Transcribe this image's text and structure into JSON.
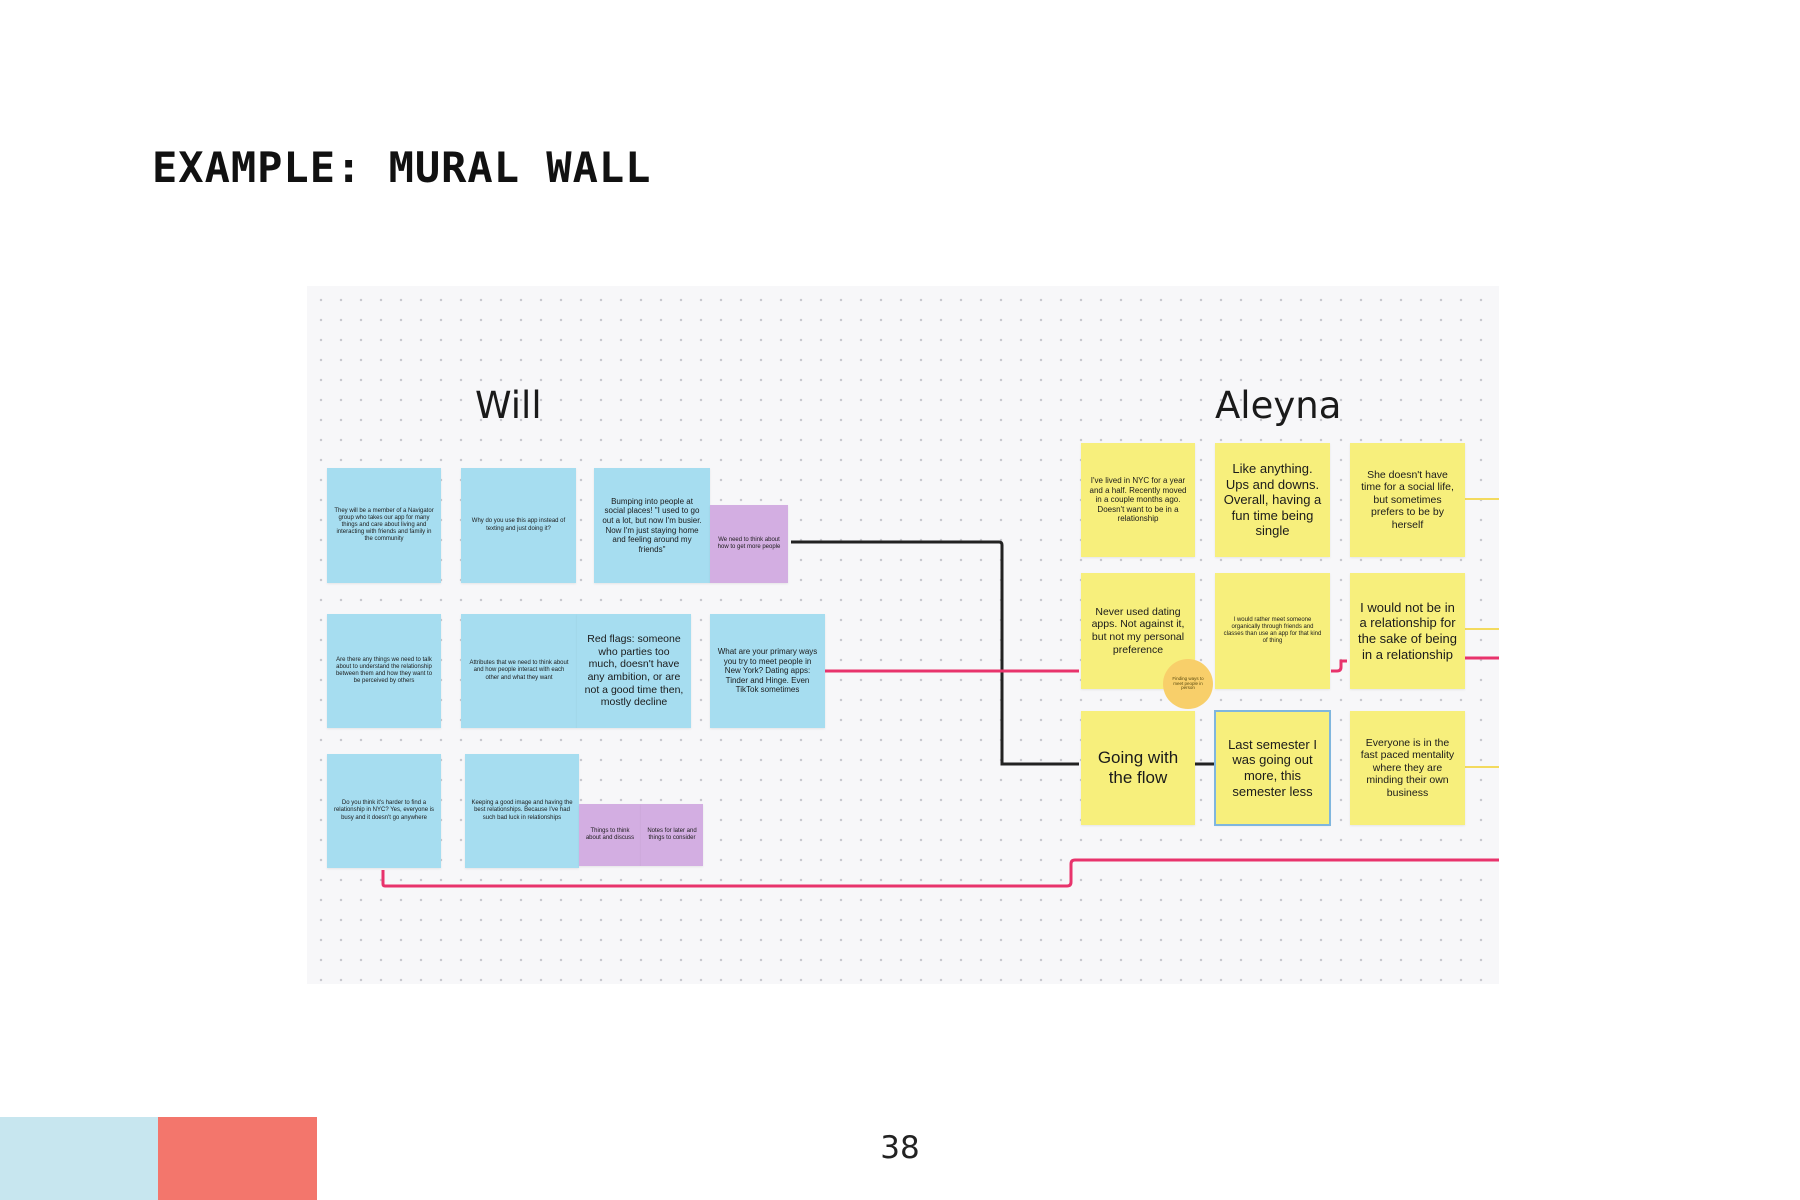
{
  "slide": {
    "title": "EXAMPLE: MURAL WALL",
    "page_number": "38"
  },
  "colors": {
    "blue_note": "#a6ddf0",
    "yellow_note": "#f7ef7c",
    "purple_note": "#d3aee2",
    "pink_line": "#e8336c",
    "black_line": "#222222",
    "accent_blue": "#c7e6ef",
    "accent_red": "#f3766c"
  },
  "board": {
    "will": {
      "label": "Will",
      "notes": [
        "They will be a member of a Navigator group who takes our app for many things and care about living and interacting with friends and family in the community",
        "Why do you use this app instead of texting and just doing it?",
        "Bumping into people at social places! \"I used to go out a lot, but now I'm busier. Now I'm just staying home and feeling around my friends\"",
        "We need to think about how to get more people",
        "Are there any things we need to talk about to understand the relationship between them and how they want to be perceived by others",
        "Attributes that we need to think about and how people interact with each other and what they want",
        "Red flags: someone who parties too much, doesn't have any ambition, or are not a good time then, mostly decline",
        "What are your primary ways you try to meet people in New York? Dating apps: Tinder and Hinge. Even TikTok sometimes",
        "Do you think it's harder to find a relationship in NYC? Yes, everyone is busy and it doesn't go anywhere",
        "Keeping a good image and having the best relationships. Because I've had such bad luck in relationships",
        "Things to think about and discuss",
        "Notes for later and things to consider"
      ]
    },
    "aleyna": {
      "label": "Aleyna",
      "notes": [
        "I've lived in NYC for a year and a half. Recently moved in a couple months ago. Doesn't want to be in a relationship",
        "Like anything. Ups and downs. Overall, having a fun time being single",
        "She doesn't have time for a social life, but sometimes prefers to be by herself",
        "Never used dating apps. Not against it, but not my personal preference",
        "I would rather meet someone organically through friends and classes than use an app for that kind of thing",
        "I would not be in a relationship for the sake of being in a relationship",
        "Going with the flow",
        "Last semester I was going out more, this semester less",
        "Everyone is in the fast paced mentality where they are minding their own business"
      ],
      "marker_text": "Finding ways to meet people in person"
    }
  }
}
